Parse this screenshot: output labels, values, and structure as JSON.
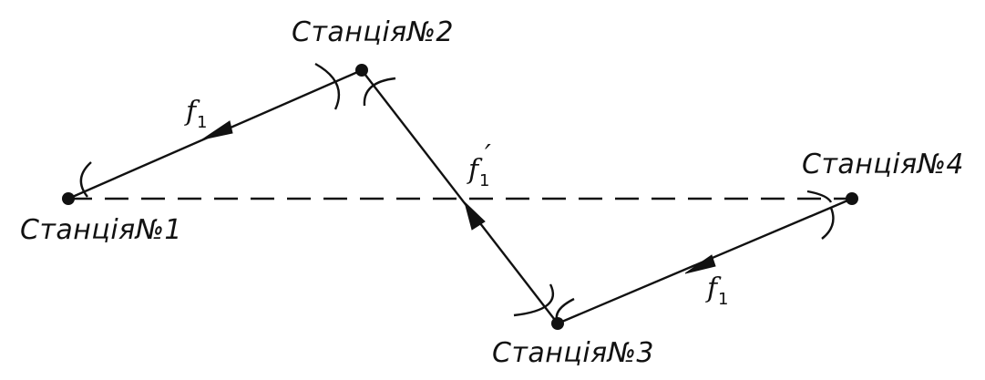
{
  "stations": {
    "s1": "Станція№1",
    "s2": "Станція№2",
    "s3": "Станція№3",
    "s4": "Станція№4"
  },
  "links": {
    "f1_main": "f",
    "f1_main_sub": "1",
    "f1_prime": "f",
    "f1_prime_sub": "1",
    "f1_prime_mark": "′",
    "f1_lower": "f",
    "f1_lower_sub": "1"
  }
}
